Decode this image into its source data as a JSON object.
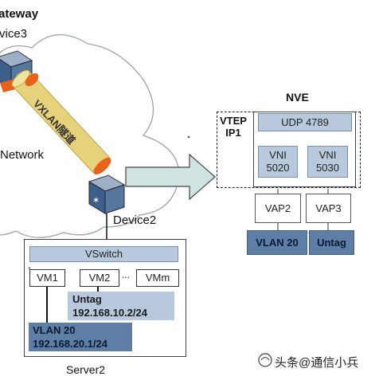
{
  "gateway": {
    "title": "ateway",
    "device_name": "vice3"
  },
  "tunnel_label": "VXLAN隧道",
  "network_label": "Network",
  "device2_label": "Device2",
  "nve": {
    "title": "NVE",
    "vtep_label_line1": "VTEP",
    "vtep_label_line2": "IP1",
    "udp_port": "UDP 4789",
    "vnis": [
      {
        "line1": "VNI",
        "line2": "5020"
      },
      {
        "line1": "VNI",
        "line2": "5030"
      }
    ],
    "vaps": [
      "VAP2",
      "VAP3"
    ],
    "vlans": [
      "VLAN 20",
      "Untag"
    ]
  },
  "server": {
    "vswitch_label": "VSwitch",
    "vms": [
      "VM1",
      "VM2",
      "...",
      "VMm"
    ],
    "untag": {
      "title": "Untag",
      "ip": "192.168.10.2/24"
    },
    "vlan": {
      "title": "VLAN 20",
      "ip": "192.168.20.1/24"
    },
    "name": "Server2"
  },
  "watermark": "头条@通信小兵",
  "colors": {
    "light_blue": "#b8c9de",
    "dark_blue": "#5f7ea6",
    "tunnel_yellow": "#e6d27a",
    "arrow_fill": "#cfe3e3",
    "orange": "#e8621a"
  },
  "icons": [
    "router-icon",
    "router-icon",
    "right-arrow-icon",
    "watermark-logo-icon"
  ]
}
